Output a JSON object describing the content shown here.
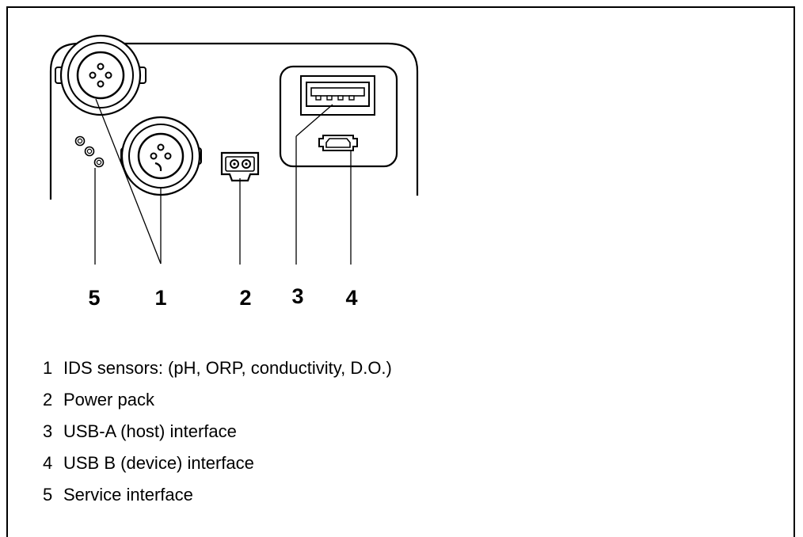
{
  "callouts": [
    {
      "id": "5",
      "label": "5"
    },
    {
      "id": "1",
      "label": "1"
    },
    {
      "id": "2",
      "label": "2"
    },
    {
      "id": "3",
      "label": "3"
    },
    {
      "id": "4",
      "label": "4"
    }
  ],
  "legend": [
    {
      "num": "1",
      "text": "IDS sensors: (pH, ORP, conductivity, D.O.)"
    },
    {
      "num": "2",
      "text": "Power pack"
    },
    {
      "num": "3",
      "text": "USB-A (host) interface"
    },
    {
      "num": "4",
      "text": "USB B (device) interface"
    },
    {
      "num": "5",
      "text": "Service interface"
    }
  ]
}
